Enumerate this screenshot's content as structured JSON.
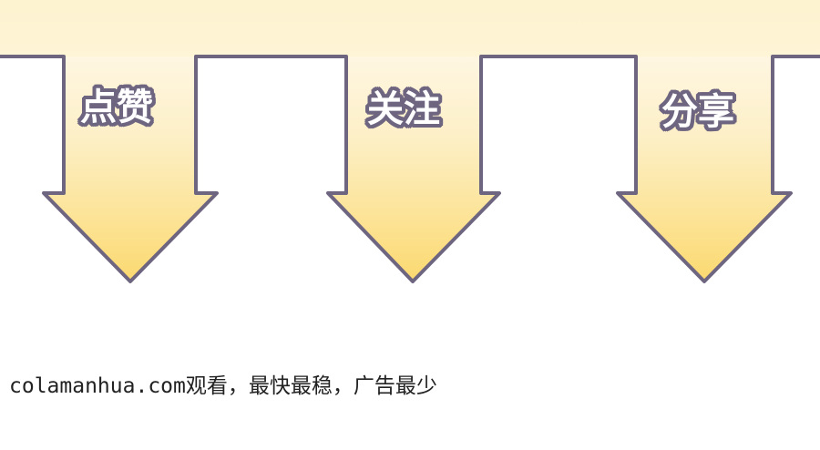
{
  "banner": {
    "colors": {
      "top_band": "#fdf3d0",
      "arrow_top": "#fef7e2",
      "arrow_bottom": "#fbdc80",
      "outline": "#6e6580"
    },
    "arrows": [
      {
        "label": "点赞"
      },
      {
        "label": "关注"
      },
      {
        "label": "分享"
      }
    ]
  },
  "footer": {
    "notice": "colamanhua.com观看，最快最稳，广告最少"
  }
}
